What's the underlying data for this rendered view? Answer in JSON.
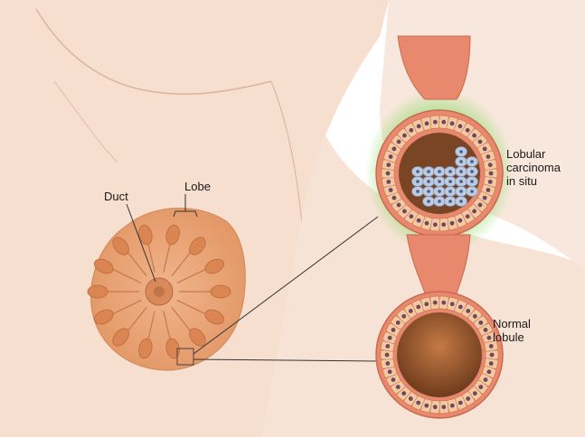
{
  "labels": {
    "duct": "Duct",
    "lobe": "Lobe",
    "lcis_line1": "Lobular",
    "lcis_line2": "carcinoma",
    "lcis_line3": "in situ",
    "normal_line1": "Normal",
    "normal_line2": "lobule"
  },
  "colors": {
    "skin": "#f6dfcf",
    "skin_shadow": "#ecc6ad",
    "breast_tissue": "#e9a57a",
    "lobe_tissue": "#d97d4c",
    "lobule_wall": "#e8896d",
    "cell_fill": "#f4c9a2",
    "cell_nucleus": "#7a4a4a",
    "lumen_dark": "#6e3b1c",
    "lumen_light": "#c47a45",
    "tumor_cells": "#b8c7dc",
    "highlight_glow": "#8fdc6a"
  }
}
